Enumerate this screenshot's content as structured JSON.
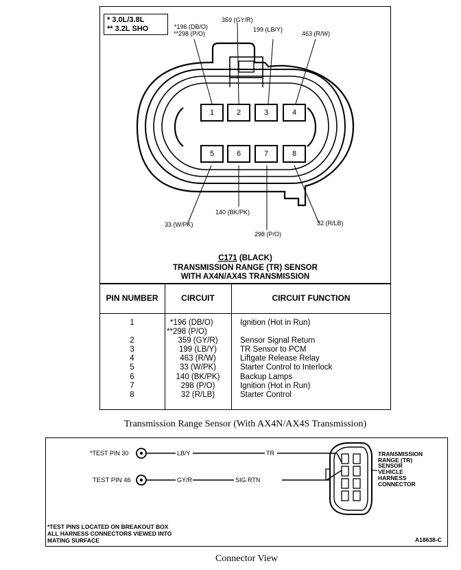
{
  "legend": {
    "line1": "* 3.0L/3.8L",
    "line2": "** 3.2L SHO"
  },
  "wire_labels": {
    "pin1a": "*196 (DB/O)",
    "pin1b": "**298 (P/O)",
    "pin2": "359 (GY/R)",
    "pin3": "199 (LB/Y)",
    "pin4": "463 (R/W)",
    "pin5": "33 (W/PK)",
    "pin6": "140 (BK/PK)",
    "pin7": "298 (P/O)",
    "pin8": "32 (R/LB)"
  },
  "pins": [
    "1",
    "2",
    "3",
    "4",
    "5",
    "6",
    "7",
    "8"
  ],
  "connector_title": {
    "id": "C171",
    "color": " (BLACK)",
    "line2": "TRANSMISSION RANGE (TR) SENSOR",
    "line3": "WITH AX4N/AX4S TRANSMISSION"
  },
  "table": {
    "headers": [
      "PIN NUMBER",
      "CIRCUIT",
      "CIRCUIT FUNCTION"
    ],
    "rows": [
      {
        "pin": "1",
        "circuit": "*196 (DB/O)",
        "function": "Ignition (Hot in Run)"
      },
      {
        "pin": "",
        "circuit": "**298 (P/O)",
        "function": ""
      },
      {
        "pin": "2",
        "circuit": "359 (GY/R)",
        "function": "Sensor Signal Return"
      },
      {
        "pin": "3",
        "circuit": "199 (LB/Y)",
        "function": "TR Sensor to PCM"
      },
      {
        "pin": "4",
        "circuit": "463 (R/W)",
        "function": "Liftgate Release Relay"
      },
      {
        "pin": "5",
        "circuit": "33 (W/PK)",
        "function": "Starter Control to Interlock"
      },
      {
        "pin": "6",
        "circuit": "140 (BK/PK)",
        "function": "Backup Lamps"
      },
      {
        "pin": "7",
        "circuit": "298 (P/O)",
        "function": "Ignition (Hot in Run)"
      },
      {
        "pin": "8",
        "circuit": "32 (R/LB)",
        "function": "Starter Control"
      }
    ]
  },
  "caption1": "Transmission Range Sensor (With AX4N/AX4S Transmission)",
  "connector_view": {
    "test_pin_30": "*TEST PIN 30",
    "test_pin_46": "TEST PIN 46",
    "wire_top_left": "LB/Y",
    "wire_top_right": "TR",
    "wire_bottom_left": "GY/R",
    "wire_bottom_right": "SIG RTN",
    "sensor_label": [
      "TRANSMISSION",
      "RANGE (TR)",
      "SENSOR",
      "VEHICLE",
      "HARNESS",
      "CONNECTOR"
    ],
    "note": [
      "*TEST PINS LOCATED ON BREAKOUT BOX",
      "ALL HARNESS CONNECTORS VIEWED INTO",
      "MATING SURFACE"
    ],
    "figure_id": "A18638-C"
  },
  "caption2": "Connector View"
}
